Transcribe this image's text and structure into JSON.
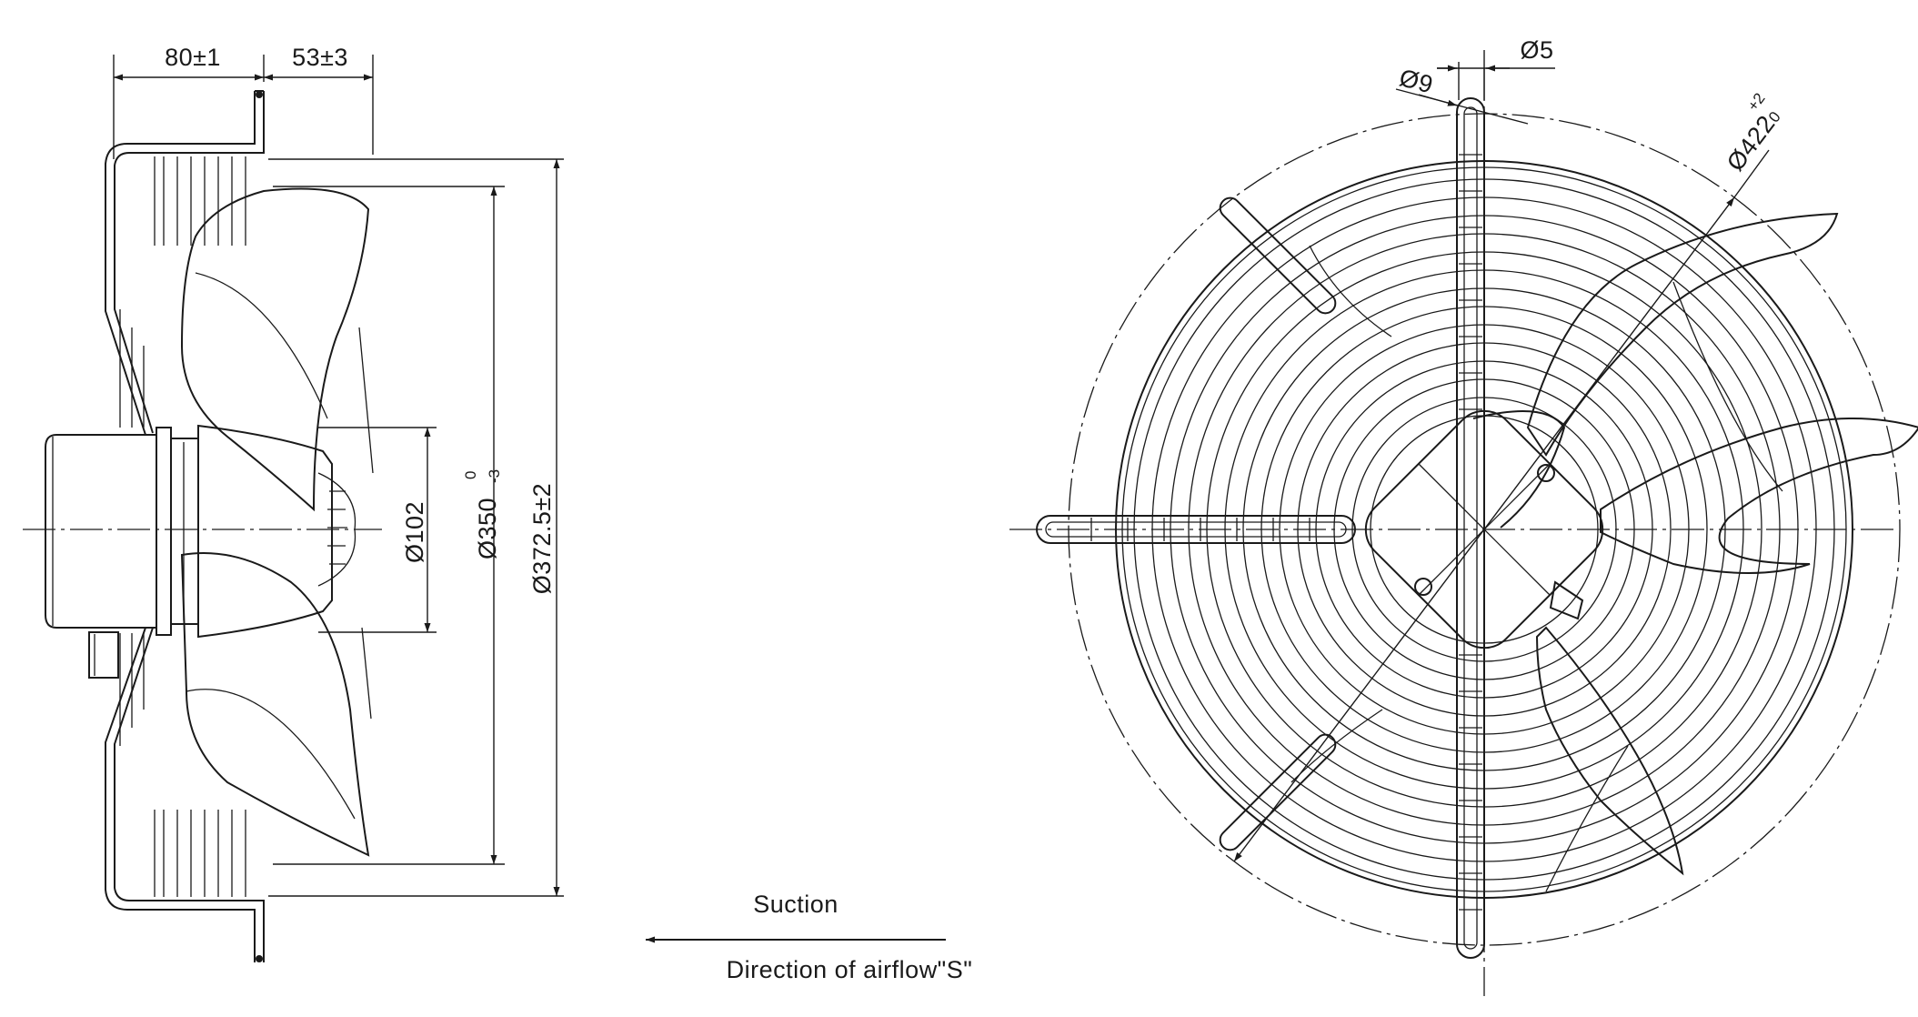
{
  "side_view": {
    "dim_80": "80±1",
    "dim_53": "53±3",
    "dim_102": "Ø102",
    "dim_350_main": "Ø350",
    "dim_350_upper": "0",
    "dim_350_lower": "-3",
    "dim_372": "Ø372.5±2"
  },
  "front_view": {
    "dim_9": "Ø9",
    "dim_5": "Ø5",
    "dim_422_main": "Ø422",
    "dim_422_upper": "+2",
    "dim_422_lower": "0"
  },
  "airflow": {
    "label_top": "Suction",
    "label_bottom": "Direction of airflow\"S\""
  }
}
